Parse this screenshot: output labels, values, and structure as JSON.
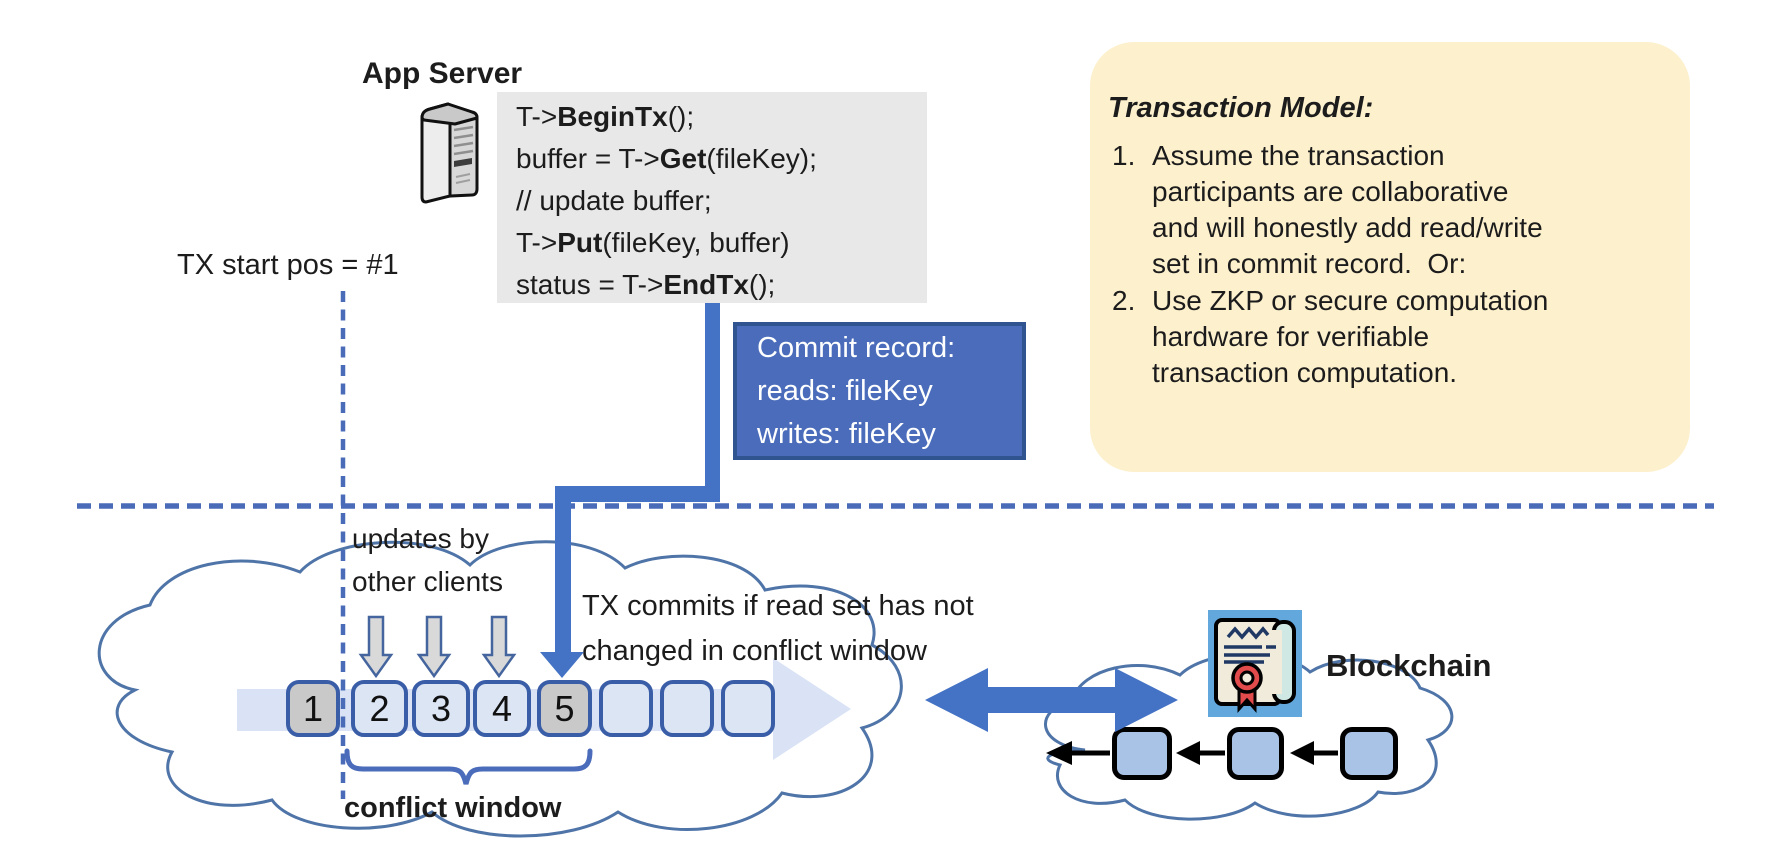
{
  "app_server": {
    "label": "App Server"
  },
  "code": {
    "lines": [
      {
        "pre": "T->",
        "bold": "BeginTx",
        "post": "();"
      },
      {
        "pre": "buffer = T->",
        "bold": "Get",
        "post": "(fileKey);"
      },
      {
        "pre": "// update buffer;",
        "bold": "",
        "post": ""
      },
      {
        "pre": "T->",
        "bold": "Put",
        "post": "(fileKey, buffer)"
      },
      {
        "pre": "status = T->",
        "bold": "EndTx",
        "post": "();"
      }
    ]
  },
  "tx_start_label": "TX start pos = #1",
  "commit_record": {
    "lines": [
      "Commit record:",
      "reads: fileKey",
      "writes: fileKey"
    ]
  },
  "note_box": {
    "title": "Transaction Model:",
    "items": [
      {
        "num": "1.",
        "lines": [
          "Assume the transaction",
          "participants are collaborative",
          "and will honestly add read/write",
          "set in commit record.  Or:"
        ]
      },
      {
        "num": "2.",
        "lines": [
          "Use ZKP or secure computation",
          "hardware for verifiable",
          "transaction computation."
        ]
      }
    ]
  },
  "updates_label": {
    "lines": [
      "updates by",
      "other clients"
    ]
  },
  "tx_commits_label": {
    "lines": [
      "TX commits if read set has not",
      "changed in conflict window"
    ]
  },
  "conflict_window_label": "conflict window",
  "blockchain_label": "Blockchain",
  "timeline_blocks": [
    {
      "label": "1",
      "state": "gray"
    },
    {
      "label": "2",
      "state": "light"
    },
    {
      "label": "3",
      "state": "light"
    },
    {
      "label": "4",
      "state": "light"
    },
    {
      "label": "5",
      "state": "gray"
    },
    {
      "label": "",
      "state": "light"
    },
    {
      "label": "",
      "state": "light"
    },
    {
      "label": "",
      "state": "light"
    }
  ],
  "icons": {
    "server": "server-tower-icon",
    "contract": "smart-contract-icon",
    "update_arrow": "down-arrow-icon",
    "sync_arrow": "double-headed-arrow-icon"
  },
  "colors": {
    "accent_blue": "#4472C4",
    "commit_fill": "#4A6CBA",
    "commit_border": "#2F5490",
    "dashed_line": "#4A6CB8",
    "note_bg": "#FDF0CD",
    "code_bg": "#E8E8E8",
    "block_border": "#3A5DA8",
    "block_light": "#DBE5F4",
    "block_gray": "#C9C9C9",
    "band_fill": "#D9E3F5",
    "cloud_stroke": "#4F74A8",
    "chain_block_fill": "#A9C3E7",
    "gray_arrow_fill": "#D9D9D9",
    "icon_bg": "#62A8DD",
    "scroll_bg": "#F1EBDB",
    "seal_red": "#E14B4B",
    "navy": "#1F3864"
  }
}
